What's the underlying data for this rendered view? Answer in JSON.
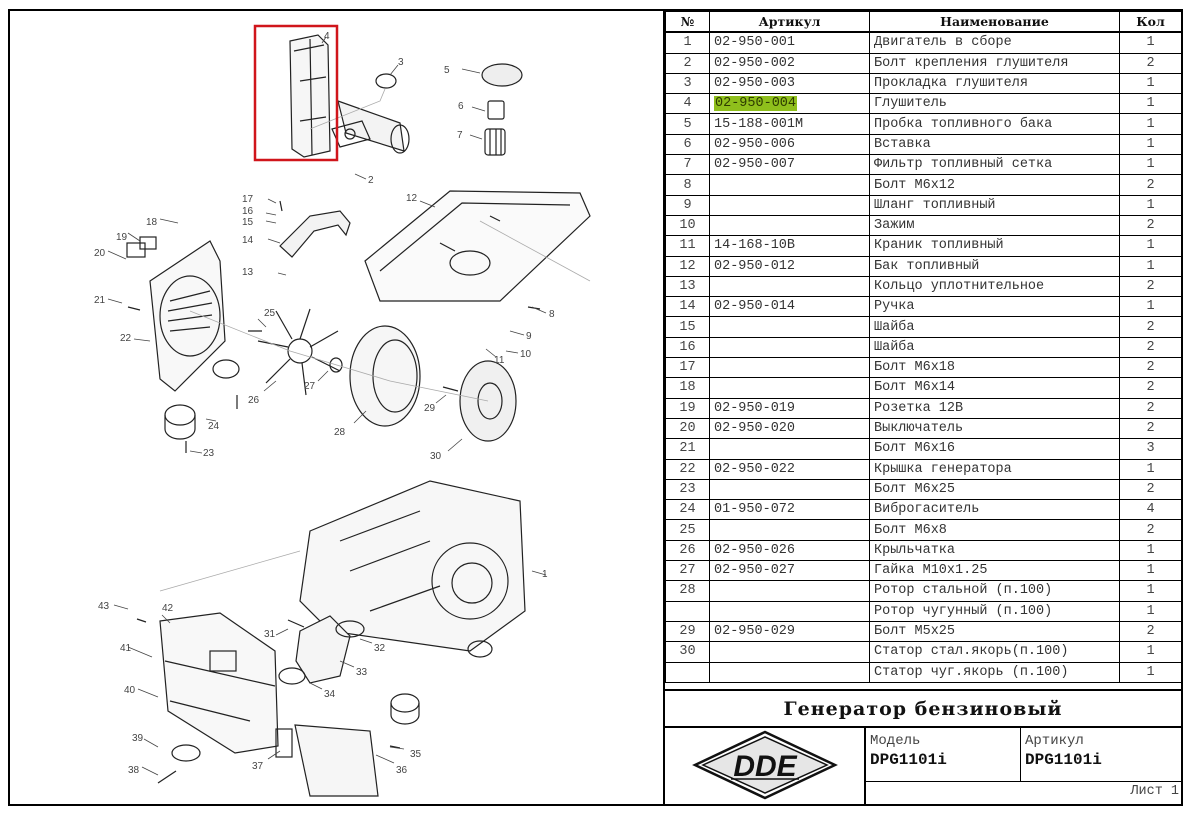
{
  "table": {
    "headers": {
      "num": "№",
      "article": "Артикул",
      "name": "Наименование",
      "qty": "Кол"
    },
    "highlight_color": "#8fbf1c",
    "rows": [
      {
        "num": "1",
        "article": "02-950-001",
        "name": "Двигатель в сборе",
        "qty": "1"
      },
      {
        "num": "2",
        "article": "02-950-002",
        "name": "Болт крепления глушителя",
        "qty": "2"
      },
      {
        "num": "3",
        "article": "02-950-003",
        "name": "Прокладка глушителя",
        "qty": "1"
      },
      {
        "num": "4",
        "article": "02-950-004",
        "name": "Глушитель",
        "qty": "1",
        "highlighted": true
      },
      {
        "num": "5",
        "article": "15-188-001M",
        "name": "Пробка топливного бака",
        "qty": "1"
      },
      {
        "num": "6",
        "article": "02-950-006",
        "name": "Вставка",
        "qty": "1"
      },
      {
        "num": "7",
        "article": "02-950-007",
        "name": "Фильтр топливный сетка",
        "qty": "1"
      },
      {
        "num": "8",
        "article": "",
        "name": "Болт M6x12",
        "qty": "2"
      },
      {
        "num": "9",
        "article": "",
        "name": "Шланг топливный",
        "qty": "1"
      },
      {
        "num": "10",
        "article": "",
        "name": "Зажим",
        "qty": "2"
      },
      {
        "num": "11",
        "article": "14-168-10B",
        "name": "Краник топливный",
        "qty": "1"
      },
      {
        "num": "12",
        "article": "02-950-012",
        "name": "Бак топливный",
        "qty": "1"
      },
      {
        "num": "13",
        "article": "",
        "name": "Кольцо уплотнительное",
        "qty": "2"
      },
      {
        "num": "14",
        "article": "02-950-014",
        "name": "Ручка",
        "qty": "1"
      },
      {
        "num": "15",
        "article": "",
        "name": "Шайба",
        "qty": "2"
      },
      {
        "num": "16",
        "article": "",
        "name": "Шайба",
        "qty": "2"
      },
      {
        "num": "17",
        "article": "",
        "name": "Болт M6x18",
        "qty": "2"
      },
      {
        "num": "18",
        "article": "",
        "name": "Болт M6x14",
        "qty": "2"
      },
      {
        "num": "19",
        "article": "02-950-019",
        "name": "Розетка 12В",
        "qty": "2"
      },
      {
        "num": "20",
        "article": "02-950-020",
        "name": "Выключатель",
        "qty": "2"
      },
      {
        "num": "21",
        "article": "",
        "name": "Болт M6x16",
        "qty": "3"
      },
      {
        "num": "22",
        "article": "02-950-022",
        "name": "Крышка генератора",
        "qty": "1"
      },
      {
        "num": "23",
        "article": "",
        "name": "Болт M6x25",
        "qty": "2"
      },
      {
        "num": "24",
        "article": "01-950-072",
        "name": "Виброгаситель",
        "qty": "4"
      },
      {
        "num": "25",
        "article": "",
        "name": "Болт M6x8",
        "qty": "2"
      },
      {
        "num": "26",
        "article": "02-950-026",
        "name": "Крыльчатка",
        "qty": "1"
      },
      {
        "num": "27",
        "article": "02-950-027",
        "name": "Гайка M10x1.25",
        "qty": "1"
      },
      {
        "num": "28",
        "article": "",
        "name": "Ротор стальной (п.100)",
        "qty": "1"
      },
      {
        "num": "",
        "article": "",
        "name": "Ротор чугунный (п.100)",
        "qty": "1"
      },
      {
        "num": "29",
        "article": "02-950-029",
        "name": "Болт M5x25",
        "qty": "2"
      },
      {
        "num": "30",
        "article": "",
        "name": "Статор стал.якорь(п.100)",
        "qty": "1"
      },
      {
        "num": "",
        "article": "",
        "name": "Статор чуг.якорь (п.100)",
        "qty": "1"
      }
    ]
  },
  "title_block": {
    "product_title": "Генератор бензиновый",
    "logo_text": "DDE",
    "model_label": "Модель",
    "model_value": "DPG1101i",
    "article_label": "Артикул",
    "article_value": "DPG1101i",
    "sheet_label": "Лист 1"
  },
  "diagram": {
    "highlight_box_color": "#d0151b",
    "highlighted_part": "4",
    "callouts": [
      "1",
      "2",
      "3",
      "4",
      "5",
      "6",
      "7",
      "8",
      "9",
      "10",
      "11",
      "12",
      "13",
      "14",
      "15",
      "16",
      "17",
      "18",
      "19",
      "20",
      "21",
      "22",
      "23",
      "24",
      "25",
      "26",
      "27",
      "28",
      "29",
      "30",
      "31",
      "32",
      "33",
      "34",
      "35",
      "36",
      "37",
      "38",
      "39",
      "40",
      "41",
      "42",
      "43"
    ]
  }
}
